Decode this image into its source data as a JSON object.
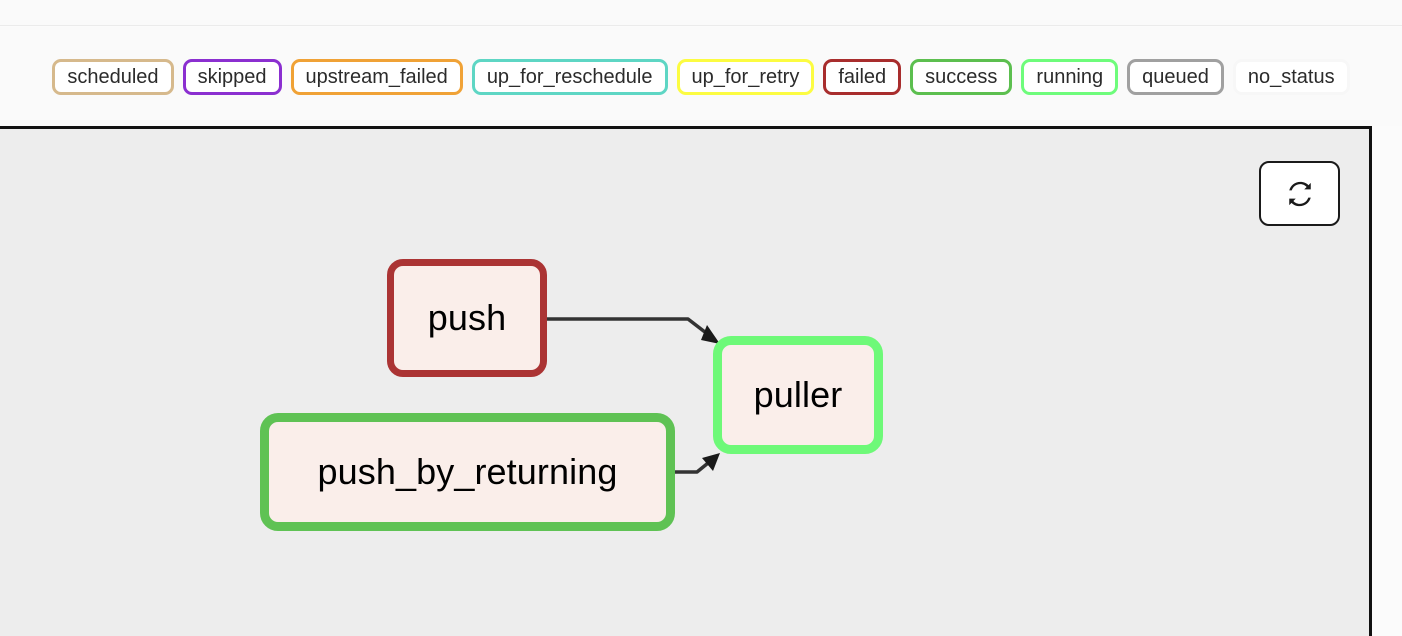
{
  "legend": {
    "statuses": [
      {
        "label": "scheduled",
        "color": "#d6b98c"
      },
      {
        "label": "skipped",
        "color": "#8b2fd0"
      },
      {
        "label": "upstream_failed",
        "color": "#f0a236"
      },
      {
        "label": "up_for_reschedule",
        "color": "#5ed6c4"
      },
      {
        "label": "up_for_retry",
        "color": "#fcfc41"
      },
      {
        "label": "failed",
        "color": "#a82d2d"
      },
      {
        "label": "success",
        "color": "#5cbf4f"
      },
      {
        "label": "running",
        "color": "#6efc7b"
      },
      {
        "label": "queued",
        "color": "#a0a0a0"
      },
      {
        "label": "no_status",
        "color": "#f7f7f7"
      }
    ]
  },
  "graph": {
    "canvas_background": "#ededed",
    "node_fill": "#faeeea",
    "refresh_button": {
      "icon": "refresh-icon",
      "label": ""
    },
    "nodes": [
      {
        "id": "push",
        "label": "push",
        "status": "failed",
        "border_color": "#ab3434"
      },
      {
        "id": "push_by_returning",
        "label": "push_by_returning",
        "status": "success",
        "border_color": "#5fc254"
      },
      {
        "id": "puller",
        "label": "puller",
        "status": "running",
        "border_color": "#6ef978"
      }
    ],
    "edges": [
      {
        "from": "push",
        "to": "puller"
      },
      {
        "from": "push_by_returning",
        "to": "puller"
      }
    ]
  }
}
